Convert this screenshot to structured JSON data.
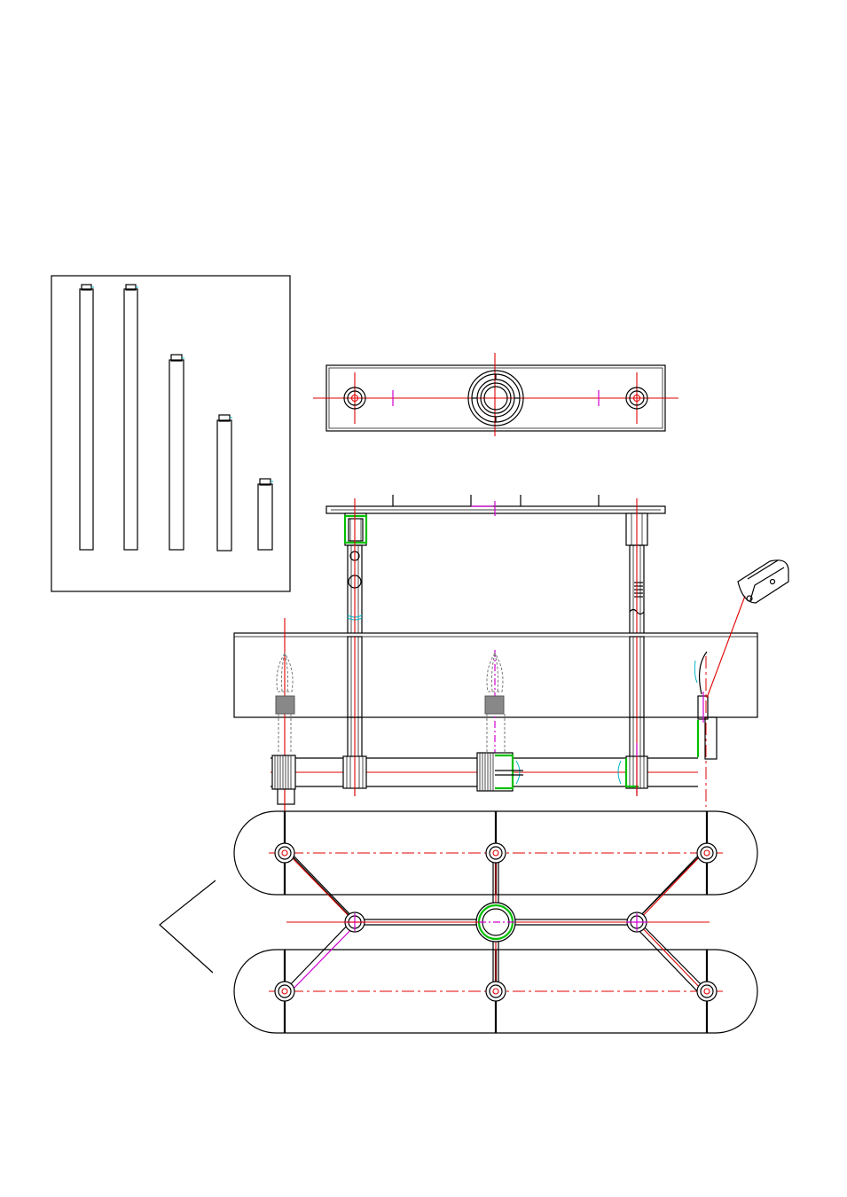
{
  "drawing": {
    "views": [
      "parts-inset",
      "canopy-top-view",
      "side-elevation",
      "plan-view",
      "socket-detail"
    ],
    "parts_inset": {
      "rod_count": 5
    },
    "colors": {
      "outline": "#000000",
      "centerline": "#e00000",
      "magenta": "#d000d0",
      "green": "#00c000",
      "cyan": "#00b8c8",
      "hidden": "#777777"
    }
  }
}
